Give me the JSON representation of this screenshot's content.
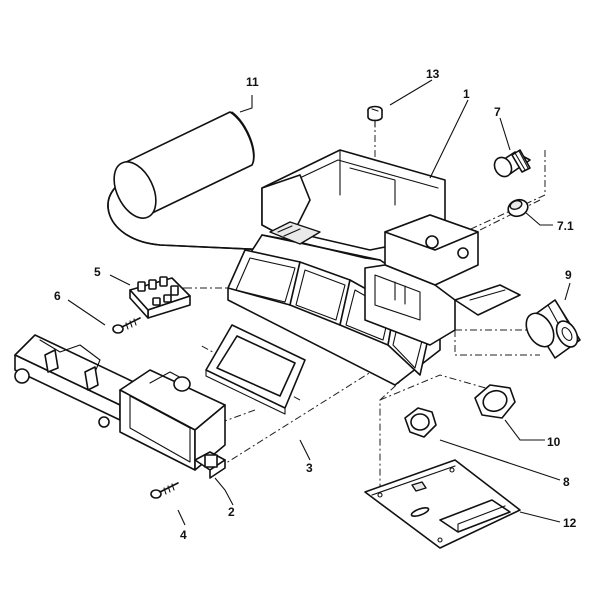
{
  "diagram": {
    "callouts": [
      {
        "id": "c1",
        "label": "1"
      },
      {
        "id": "c2",
        "label": "2"
      },
      {
        "id": "c3",
        "label": "3"
      },
      {
        "id": "c4",
        "label": "4"
      },
      {
        "id": "c5",
        "label": "5"
      },
      {
        "id": "c6",
        "label": "6"
      },
      {
        "id": "c7",
        "label": "7"
      },
      {
        "id": "c71",
        "label": "7.1"
      },
      {
        "id": "c8",
        "label": "8"
      },
      {
        "id": "c9",
        "label": "9"
      },
      {
        "id": "c10",
        "label": "10"
      },
      {
        "id": "c11",
        "label": "11"
      },
      {
        "id": "c12",
        "label": "12"
      },
      {
        "id": "c13",
        "label": "13"
      }
    ]
  }
}
